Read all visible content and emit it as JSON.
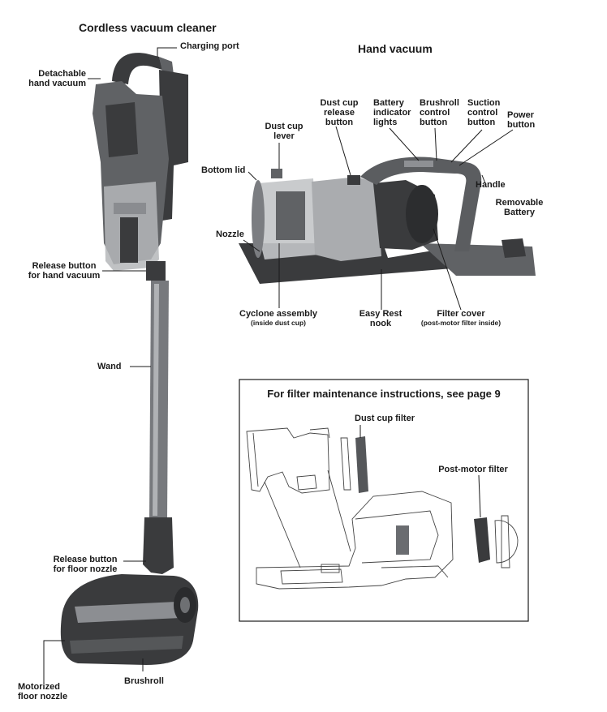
{
  "titles": {
    "cordless": "Cordless vacuum cleaner",
    "hand": "Hand vacuum",
    "filter_box": "For filter maintenance instructions, see page 9"
  },
  "labels": {
    "charging_port": "Charging port",
    "detachable_1": "Detachable",
    "detachable_2": "hand vacuum",
    "release_hand_1": "Release button",
    "release_hand_2": "for hand vacuum",
    "wand": "Wand",
    "release_floor_1": "Release button",
    "release_floor_2": "for floor nozzle",
    "motorized_1": "Motorized",
    "motorized_2": "floor nozzle",
    "brushroll": "Brushroll",
    "dust_cup_lever_1": "Dust cup",
    "dust_cup_lever_2": "lever",
    "bottom_lid": "Bottom lid",
    "nozzle": "Nozzle",
    "dust_release_1": "Dust cup",
    "dust_release_2": "release",
    "dust_release_3": "button",
    "battery_ind_1": "Battery",
    "battery_ind_2": "indicator",
    "battery_ind_3": "lights",
    "brushroll_ctrl_1": "Brushroll",
    "brushroll_ctrl_2": "control",
    "brushroll_ctrl_3": "button",
    "suction_1": "Suction",
    "suction_2": "control",
    "suction_3": "button",
    "power_1": "Power",
    "power_2": "button",
    "handle": "Handle",
    "removable_1": "Removable",
    "removable_2": "Battery",
    "cyclone": "Cyclone assembly",
    "cyclone_sub": "(inside dust cup)",
    "easy_rest_1": "Easy Rest",
    "easy_rest_2": "nook",
    "filter_cover": "Filter cover",
    "filter_cover_sub": "(post-motor filter inside)",
    "dust_cup_filter": "Dust cup filter",
    "post_motor_filter": "Post-motor filter"
  },
  "colors": {
    "body_dark": "#3a3b3d",
    "body_mid": "#606265",
    "body_light": "#9c9ea1",
    "line": "#1a1a1a"
  }
}
